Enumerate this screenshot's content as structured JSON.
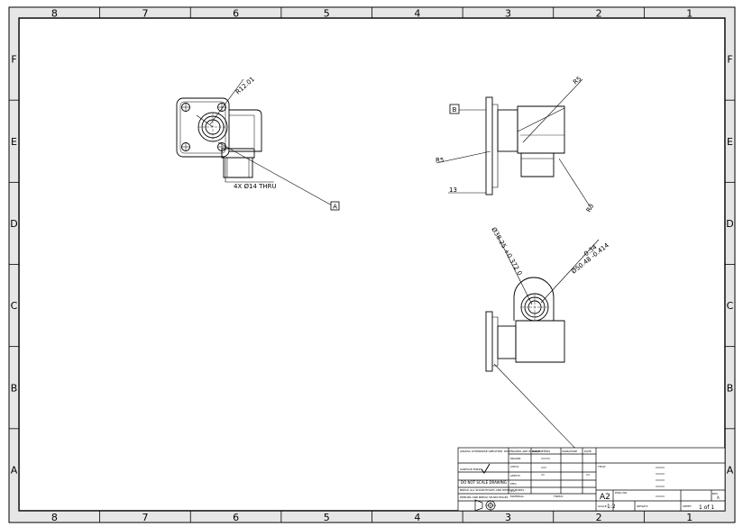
{
  "sheet": {
    "columns": [
      "8",
      "7",
      "6",
      "5",
      "4",
      "3",
      "2",
      "1"
    ],
    "rows": [
      "F",
      "E",
      "D",
      "C",
      "B",
      "A"
    ]
  },
  "dimensions": {
    "top_left_radius": "R12.01",
    "holes": "4X Ø14 THRU",
    "datum_a": "A",
    "datum_b": "B",
    "r5_top": "R5",
    "r5_left": "R5",
    "dim_13": "13",
    "r3": "R3",
    "bore_tolerance": "Ø38.25 +0.372 0",
    "shaft_tolerance_upper": "-0.34",
    "shaft_tolerance": "Ø50.48 -0.414"
  },
  "title_block": {
    "general_note": "UNLESS OTHERWISE SPECIFIED: DIMENSIONS ARE IN MILLIMETERS",
    "surface_finish": "SURFACE FINISH:",
    "do_not_scale": "DO NOT SCALE DRAWING",
    "break_edges": "BREAK ALL SHARP EDGES AND REMOVE BURRS",
    "deburr": "DEBURR AND BREAK SHARP EDGES",
    "col_name": "NAME",
    "col_signature": "SIGNATURE",
    "col_date": "DATE",
    "row_drawn": "DRAWN",
    "row_checked": "CHK'D",
    "row_approved": "APPV'D",
    "row_mfg": "MFG",
    "row_qa": "Q.A",
    "material": "MATERIAL:",
    "finish": "FINISH:",
    "title_label": "TITLE:",
    "size": "A2",
    "dwg_no": "DWG NO.",
    "scale_label": "SCALE:",
    "scale": "1:2",
    "weight": "WEIGHT:",
    "sheet_label": "SHEET",
    "sheet_count": "1 of 1",
    "rev_label": "REV.",
    "rev": "A"
  }
}
